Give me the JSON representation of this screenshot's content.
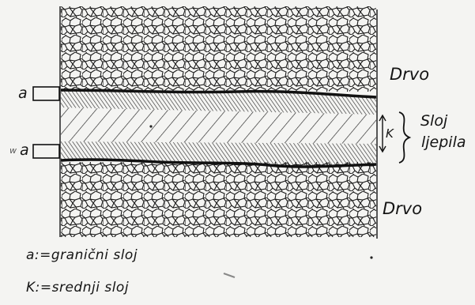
{
  "labels": {
    "wood_top": "Drvo",
    "wood_bottom": "Drvo",
    "glue_layer_line1": "Sloj",
    "glue_layer_line2": "ljepila",
    "boundary_marker_top": "a",
    "boundary_marker_bottom": "a",
    "boundary_prefix": "w",
    "middle_marker": "K"
  },
  "legend": [
    {
      "text": "a:=granični sloj"
    },
    {
      "text": "K:=srednji sloj"
    }
  ],
  "colors": {
    "ink": "#141414",
    "paper": "#f4f4f2"
  }
}
